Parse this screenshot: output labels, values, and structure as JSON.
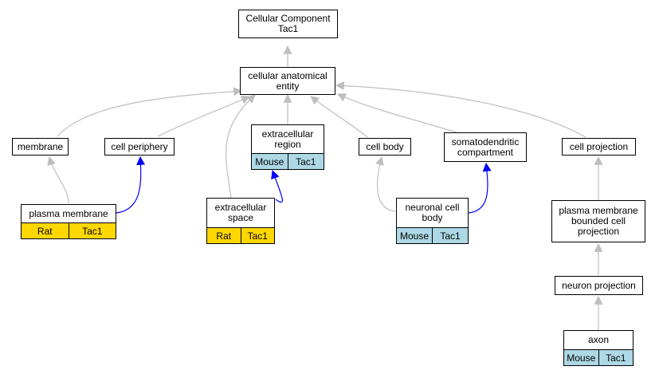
{
  "colors": {
    "rat": "#FFD700",
    "mouse": "#ADD8E6",
    "edge_gray": "#BEBEBE",
    "edge_blue": "#0000FF"
  },
  "nodes": {
    "cellular_component": {
      "label": "Cellular Component\nTac1"
    },
    "cellular_anatomical_entity": {
      "label": "cellular anatomical\nentity"
    },
    "membrane": {
      "label": "membrane"
    },
    "cell_periphery": {
      "label": "cell periphery"
    },
    "extracellular_region": {
      "label": "extracellular\nregion",
      "species": "Mouse",
      "gene": "Tac1"
    },
    "cell_body": {
      "label": "cell body"
    },
    "somatodendritic_compartment": {
      "label": "somatodendritic\ncompartment"
    },
    "cell_projection": {
      "label": "cell projection"
    },
    "plasma_membrane": {
      "label": "plasma membrane",
      "species": "Rat",
      "gene": "Tac1"
    },
    "extracellular_space": {
      "label": "extracellular\nspace",
      "species": "Rat",
      "gene": "Tac1"
    },
    "neuronal_cell_body": {
      "label": "neuronal cell\nbody",
      "species": "Mouse",
      "gene": "Tac1"
    },
    "plasma_membrane_bounded_cell_projection": {
      "label": "plasma membrane\nbounded cell\nprojection"
    },
    "neuron_projection": {
      "label": "neuron projection"
    },
    "axon": {
      "label": "axon",
      "species": "Mouse",
      "gene": "Tac1"
    }
  }
}
